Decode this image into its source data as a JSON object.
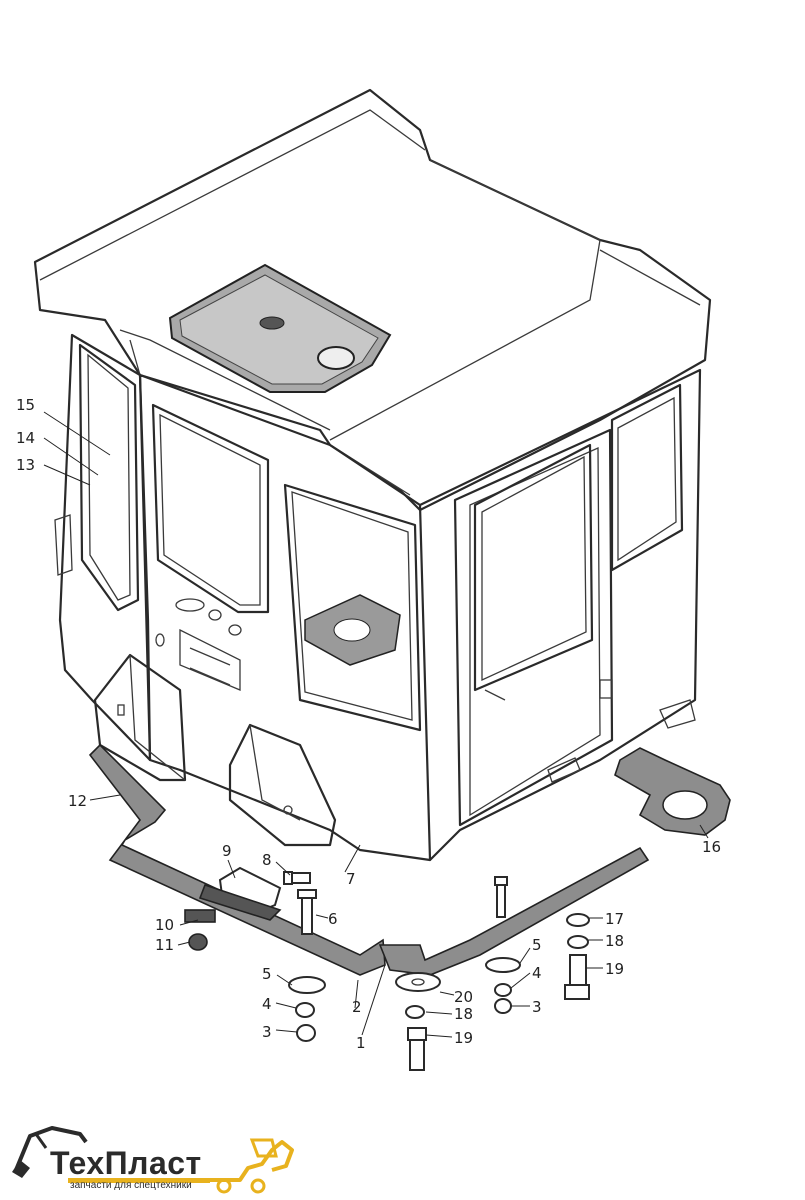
{
  "callouts": {
    "c1": "1",
    "c2": "2",
    "c3a": "3",
    "c3b": "3",
    "c4a": "4",
    "c4b": "4",
    "c5a": "5",
    "c5b": "5",
    "c6": "6",
    "c7": "7",
    "c8": "8",
    "c9": "9",
    "c10": "10",
    "c11": "11",
    "c12": "12",
    "c13": "13",
    "c14": "14",
    "c15": "15",
    "c16": "16",
    "c17": "17",
    "c18a": "18",
    "c18b": "18",
    "c19a": "19",
    "c19b": "19",
    "c20": "20"
  },
  "logo": {
    "brand": "ТехПласт",
    "tagline": "запчасти для спецтехники",
    "accent_color": "#e8b21e",
    "icon": "excavator-loader-icon"
  }
}
